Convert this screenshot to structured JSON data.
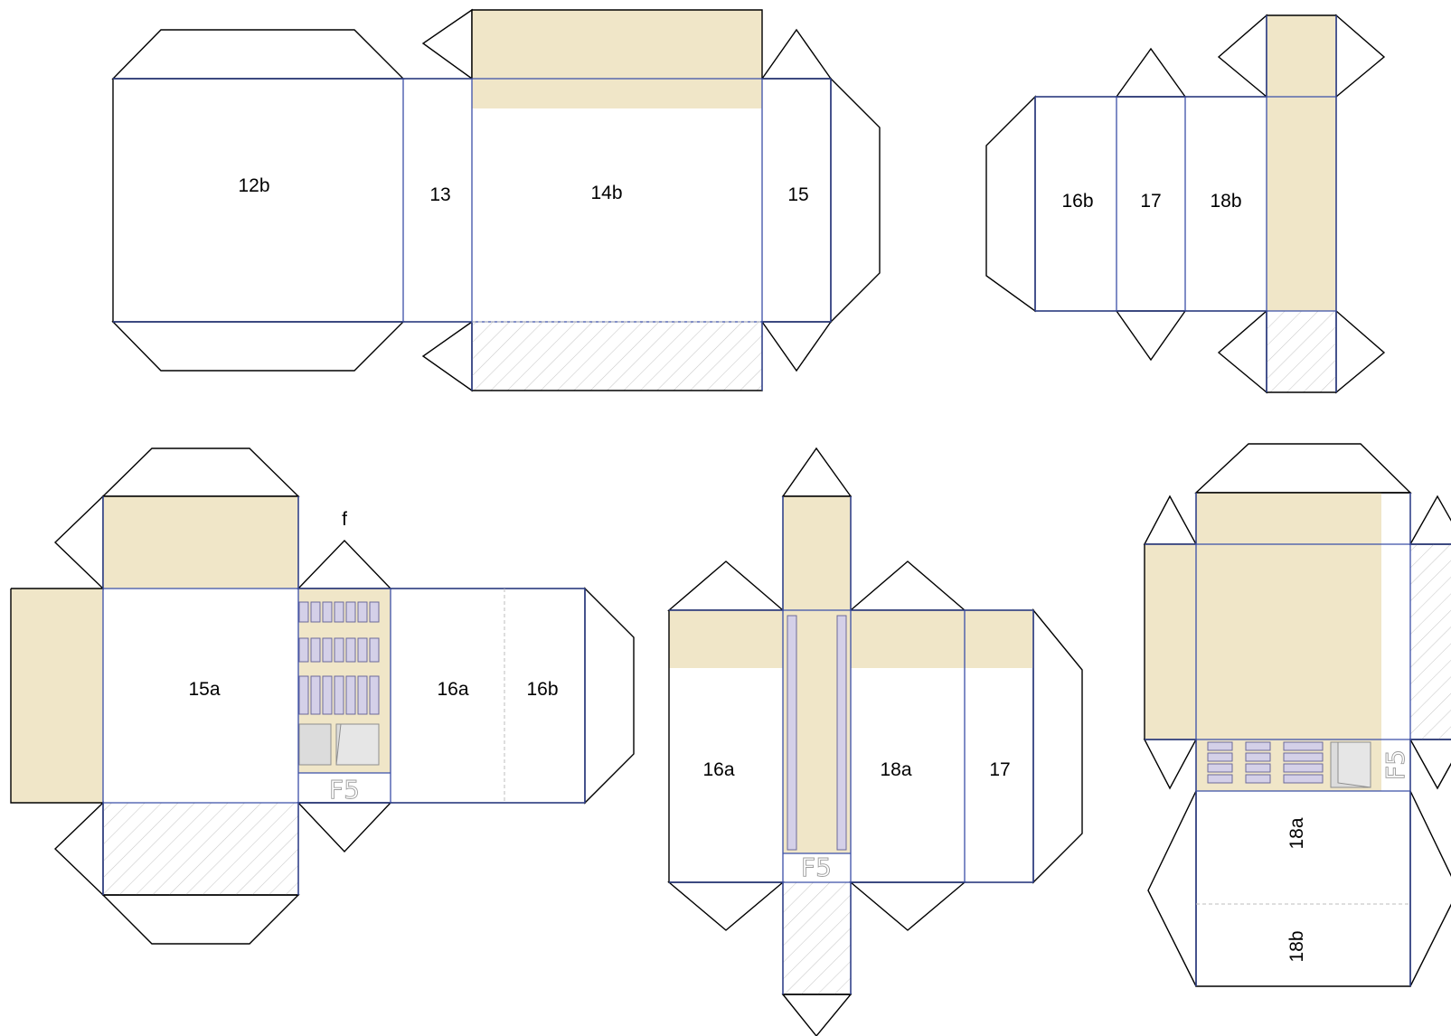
{
  "colors": {
    "paper": "#ffffff",
    "cut_line": "#000000",
    "fold_line": "#3b4fa8",
    "roof_fill": "#f0e6c8",
    "hatch": "#c8c8c8",
    "window": "#d4d0e8"
  },
  "top_left_net": {
    "labels": [
      "12b",
      "13",
      "14b",
      "15"
    ]
  },
  "top_right_net": {
    "labels": [
      "16b",
      "17",
      "18b"
    ]
  },
  "bottom_left_net": {
    "labels": [
      "15a",
      "16a",
      "16b"
    ],
    "flap_label": "f",
    "sign": "F5"
  },
  "bottom_mid_net": {
    "labels": [
      "16a",
      "18a",
      "17"
    ],
    "sign": "F5"
  },
  "bottom_right_net": {
    "labels": [
      "18a",
      "18b"
    ],
    "sign": "F5"
  }
}
